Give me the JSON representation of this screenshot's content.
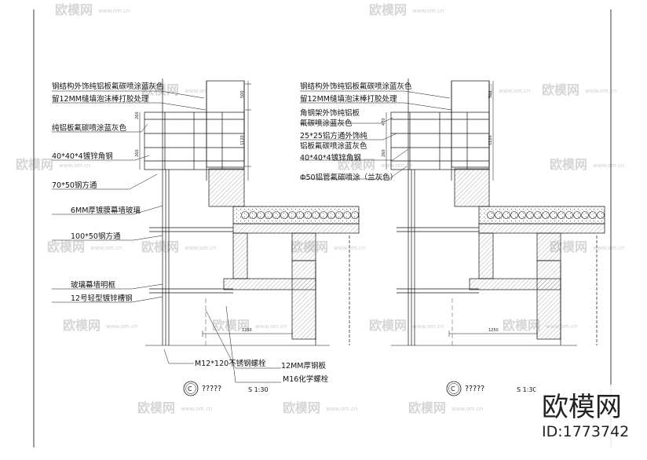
{
  "left_detail": {
    "callouts": [
      "钢结构外饰纯铝板氟碳喷涂蓝灰色",
      "留12MM缝填泡沫棒打胶处理",
      "纯铝板氟碳喷涂蓝灰色",
      "40*40*4镀锌角钢",
      "70*50钢方通",
      "6MM厚镀膜幕墙玻璃",
      "100*50钢方通",
      "玻璃幕墙明框",
      "12号轻型镀锌槽钢"
    ],
    "bottom_callouts": [
      "M12*120不锈钢螺栓",
      "12MM厚钢板",
      "M16化学螺栓"
    ],
    "dimensions": [
      "500",
      "1120",
      "260",
      "260",
      "1250"
    ],
    "section_mark": "C",
    "section_title": "?????",
    "scale": "S 1:30"
  },
  "right_detail": {
    "callouts": [
      "钢结构外饰纯铝板氟碳喷涂蓝灰色",
      "留12MM缝填泡沫棒打胶处理",
      "角钢架外饰纯铝板",
      "氟碳喷涂蓝灰色",
      "25*25铝方通外饰纯",
      "铝板氟碳喷涂蓝灰色",
      "40*40*4镀锌角钢",
      "Φ50铝管氟碳喷涂（兰灰色）"
    ],
    "dimensions": [
      "500",
      "470",
      "1120",
      "260",
      "1250"
    ],
    "section_mark": "C",
    "section_title": "?????",
    "scale": "S 1:30"
  },
  "watermark": {
    "logo_text": "欧模网",
    "url_text": "www.om.cn"
  },
  "brand": {
    "name": "欧模网",
    "id_text": "ID:1773742"
  },
  "colors": {
    "line": "#111111",
    "hatch": "#6b6b6b",
    "watermark": "#d6d6d6"
  }
}
